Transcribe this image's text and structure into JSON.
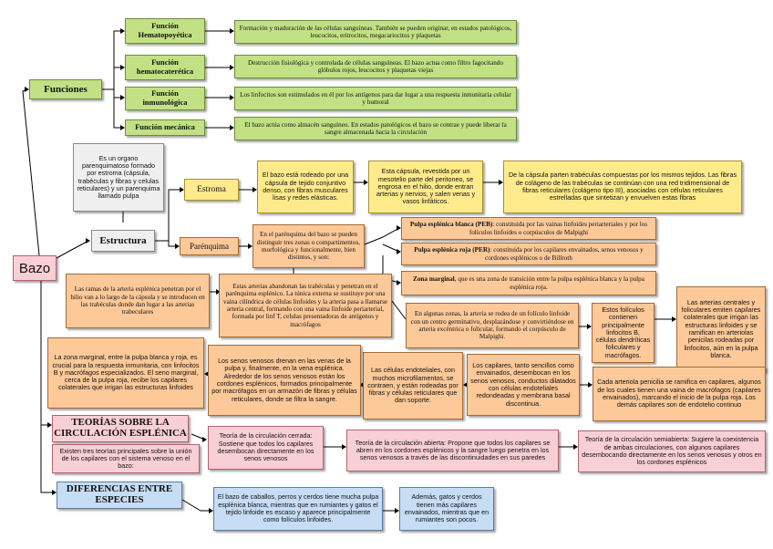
{
  "root": "Bazo",
  "funciones": {
    "label": "Funciones",
    "items": [
      {
        "title": "Función Hematopoyética",
        "text": "Formación y maduración de las células sanguíneas. También se pueden originar, en estados patológicos, leucocitos, eritrocitos, megacariocitos y plaquetas"
      },
      {
        "title": "Función hematocaterética",
        "text": "Destrucción fisiológica y controlada de células sanguíneas. El bazo actua como filtro fagocitando glóbulos rojos, leucocitos y plaquetas viejas"
      },
      {
        "title": "Función inmunológica",
        "text": "Los linfocitos son estimulados en él por los antígenos para dar lugar a una respuesta inmunitaria celular y humoral"
      },
      {
        "title": "Función mecánica",
        "text": "El bazo actúa como almacén sanguíneo. En estados patológicos el bazo se contrae y puede liberar la sangre almacenada hacia la circulación"
      }
    ]
  },
  "estructura": {
    "label": "Estructura",
    "description": "Es un organo parenquimatoso formado por estroma (cápsula, trabéculas y fibras y celulas reticulares) y un parenquima llamado pulpa",
    "estroma": {
      "label": "Estroma",
      "t1": "El bazo está rodeado por una cápsula de tejido conjuntivo denso, con fibras musculares lisas y redes elásticas.",
      "t2": "Esta cápsula, revestida por un mesotelio parte del peritoneo, se engrosa en el hilio, donde entran arterias y nervios, y salen venas y vasos linfáticos.",
      "t3": "De la cápsula parten trabéculas compuestas por los mismos tejidos. Las fibras de colágeno de las trabéculas se continúan con una red tridimensional de fibras reticulares (colágeno tipo III), asociadas con células reticulares estrelladas que sintetizan y envuelven estas fibras"
    },
    "parenquima": {
      "label": "Parénquima",
      "intro": "En el parénquima del bazo se pueden distinguir tres zonas o compartimentos, morfológica y funcionalmente, bien distintos, y son:",
      "zona1_bold": "Pulpa esplénica blanca (PEB)",
      "zona1_rest": ": constituida por las vainas linfoides periarteriales y por los folículos linfoides o corpúsculos de Malpighi",
      "zona2_bold": "Pulpa esplénica roja (PER)",
      "zona2_rest": ": constituida por los capilares envainados, senos venosos y cordones esplénicos o de Billroth",
      "zona3_bold": "Zona marginal",
      "zona3_rest": ", que es una zona de transición entre la pulpa esplénica blanca y la pulpa esplénica roja.",
      "ramas": "Las ramas de la arteria esplénica penetran por el hilio van a lo largo de la cápsula y se introducen en las trabéculas donde dan lugar a las arterias trabeculares",
      "arterias": "Estas arterias abandonan las trabéculas y penetran en el parénquima esplénico. La túnica externa se sustituye por una vaina cilíndrica de células linfoides y la arteria pasa a llamarse arteria central, formando con una vaina linfoide periarterial, formada por linf T, celulas presentadoras de antígenos y macrófagos",
      "foliculo": "En algunas zonas, la arteria se rodea de un folículo linfoide con un centro germinativo, desplazándose y convirtiéndose en arteria excéntrica o folicular, formando el corpúsculo de Malpighi.",
      "foliculos_contienen": "Estos folículos contienen principalmente linfocitos B, células dendríticas foliculares y macrófagos.",
      "arterias_centrales": "Las arterias centrales y foliculares emiten capilares colaterales que irrigan las estructuras linfoides y se ramifican en arteriolas penicilas rodeadas por linfocitos, aún en la pulpa blanca.",
      "cada_arteriola": "Cada arteriola penicilia se ramifica en capilares, algunos de los cuales tienen una vaina de macrófagos (capilares envainados), marcando el inicio de la pulpa roja. Los demás capilares son de endotelio continuo",
      "capilares": "Los capilares, tanto sencillos como envainados, desembocan en los senos venosos, conductos dilatados con células endoteliales redondeadas y membrana basal discontinua.",
      "celulas": "Las células endoteliales, con muchos microfilamentos, se contraen, y están rodeadas por fibras y células reticulares que dan soporte.",
      "senos": "Los senos venosos drenan en las venas de la pulpa y, finalmente, en la vena esplénica. Alrededor de los senos venosos están los cordones esplénicos, formados principalmente por macrófagos en un armazón de fibras y células reticulares, donde se filtra la sangre.",
      "zona_marginal": "La zona marginal, entre la pulpa blanca y roja, es crucial para la respuesta inmunitaria, con linfocitos B y macrófagos especializados. El seno marginal, cerca de la pulpa roja, recibe los capilares colaterales que irrigan las estructuras linfoides"
    }
  },
  "teorias": {
    "title": "TEORÍAS SOBRE LA CIRCULACIÓN ESPLÉNICA",
    "intro": "Existen tres teorías principales sobre la unión de los capilares con el sistema venoso en el bazo:",
    "cerrada": "Teoría de la circulación cerrada: Sostiene que todos los capilares desembocan directamente en los senos venosos",
    "abierta": "Teoría de la circulación abierta: Propone que todos los capilares se abren en los cordones esplénicos y la sangre luego penetra en los senos venosos a través de las discontinuidades en sus paredes",
    "semiabierta": "Teoría de la circulación semiabierta: Sugiere la coexistencia de ambas circulaciones, con algunos capilares desembocando directamente en los senos venosos y otros en los cordones esplénicos"
  },
  "diferencias": {
    "title": "DIFERENCIAS ENTRE ESPECIES",
    "t1": "El bazo de caballos, perros y cerdos tiene mucha pulpa esplénica blanca, mientras que en rumiantes y gatos el tejido linfoide es escaso y aparece principalmente como folículos linfoides.",
    "t2": "Además, gatos y cerdos tienen más capilares envainados, mientras que en rumiantes son pocos."
  }
}
